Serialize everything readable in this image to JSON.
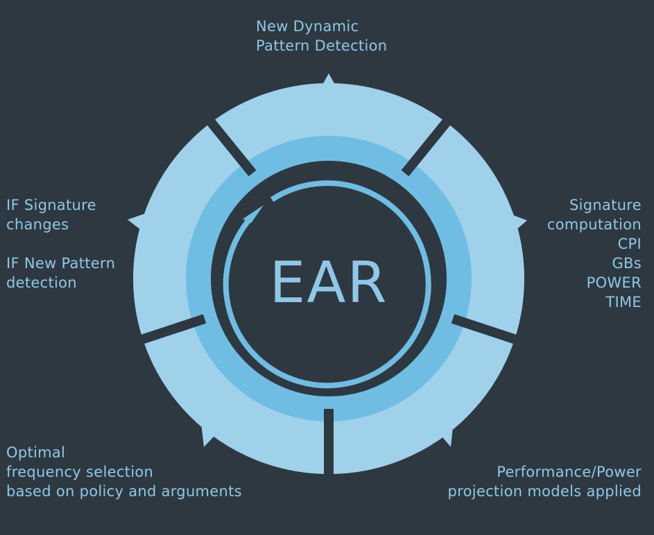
{
  "center_label": "EAR",
  "stages": [
    {
      "id": "new-pattern",
      "lines": [
        "New Dynamic",
        "Pattern Detection"
      ]
    },
    {
      "id": "signature",
      "lines": [
        "Signature",
        "computation",
        "CPI",
        "GBs",
        "POWER",
        "TIME"
      ]
    },
    {
      "id": "projection",
      "lines": [
        "Performance/Power",
        "projection models applied"
      ]
    },
    {
      "id": "frequency",
      "lines": [
        "Optimal",
        "frequency selection",
        "based on policy and arguments"
      ]
    },
    {
      "id": "conditions",
      "lines": [
        "IF Signature",
        "changes"
      ],
      "lines2": [
        "IF New Pattern",
        "detection"
      ]
    }
  ],
  "colors": {
    "background": "#2e3841",
    "outer_ring": "#9fd1ea",
    "inner_ring": "#6fbde3",
    "text": "#8fc8e6"
  }
}
